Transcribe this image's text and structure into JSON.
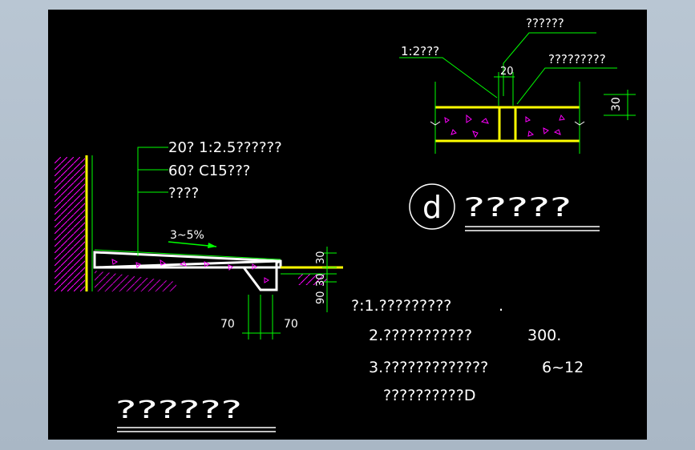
{
  "colors": {
    "background": "#000000",
    "frame": "#aebccb",
    "leader": "#00ff00",
    "slab": "#ffff00",
    "hatch": "#ff00ff",
    "text": "#ffffff"
  },
  "top_detail": {
    "label_top": "??????",
    "label_left": "1:2???",
    "label_right": "?????????",
    "dim_gap": "20",
    "dim_height": "30"
  },
  "detail_marker": {
    "letter": "d",
    "title": "?????"
  },
  "section": {
    "layer1": "20? 1:2.5??????",
    "layer2": "60? C15???",
    "layer3": "????",
    "slope": "3~5%",
    "dim_30a": "30",
    "dim_30b": "30",
    "dim_90": "90",
    "dim_70_left": "70",
    "dim_70_right": "70",
    "title": "??????"
  },
  "notes": {
    "line1": "?:1.?????????",
    "line1_end": ".",
    "line2": "2.???????????",
    "line2_end": "300.",
    "line3": "3.?????????????",
    "line3_end": "6~12",
    "line4": "??????????D"
  }
}
